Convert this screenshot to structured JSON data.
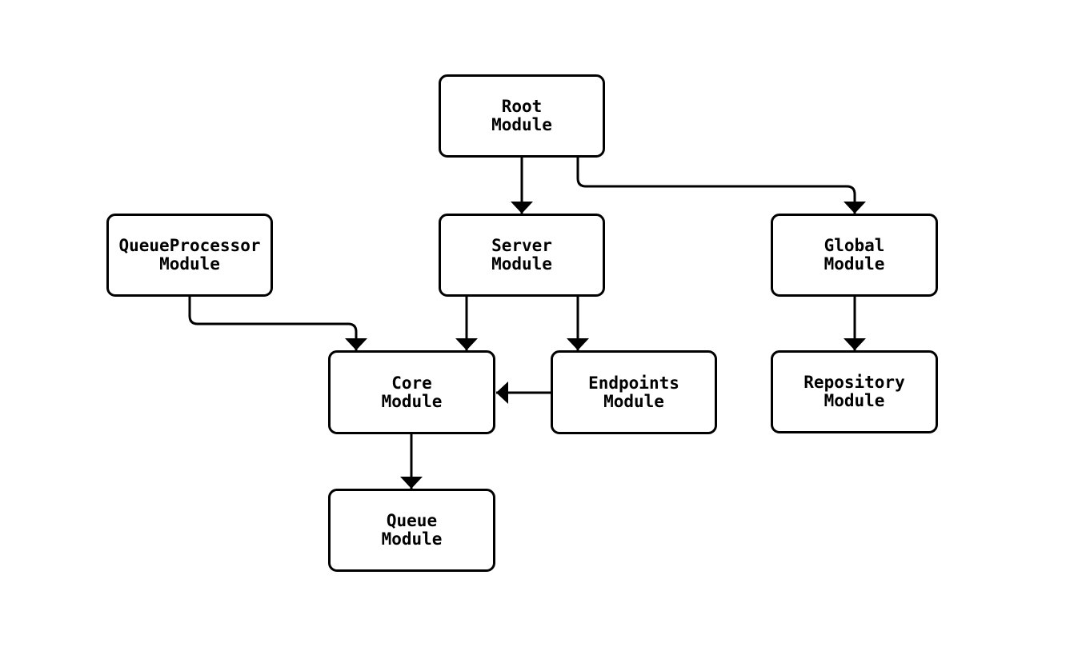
{
  "diagram": {
    "type": "module-dependency-graph",
    "colors": {
      "stroke": "#000000",
      "background": "#ffffff",
      "node_fill": "#ffffff"
    },
    "nodes": [
      {
        "id": "root",
        "label": "Root\nModule"
      },
      {
        "id": "queueprocessor",
        "label": "QueueProcessor\nModule"
      },
      {
        "id": "server",
        "label": "Server\nModule"
      },
      {
        "id": "global",
        "label": "Global\nModule"
      },
      {
        "id": "core",
        "label": "Core\nModule"
      },
      {
        "id": "endpoints",
        "label": "Endpoints\nModule"
      },
      {
        "id": "repository",
        "label": "Repository\nModule"
      },
      {
        "id": "queue",
        "label": "Queue\nModule"
      }
    ],
    "edges": [
      {
        "from": "root",
        "to": "server"
      },
      {
        "from": "root",
        "to": "global"
      },
      {
        "from": "queueprocessor",
        "to": "core"
      },
      {
        "from": "server",
        "to": "core"
      },
      {
        "from": "server",
        "to": "endpoints"
      },
      {
        "from": "endpoints",
        "to": "core"
      },
      {
        "from": "global",
        "to": "repository"
      },
      {
        "from": "core",
        "to": "queue"
      }
    ]
  }
}
